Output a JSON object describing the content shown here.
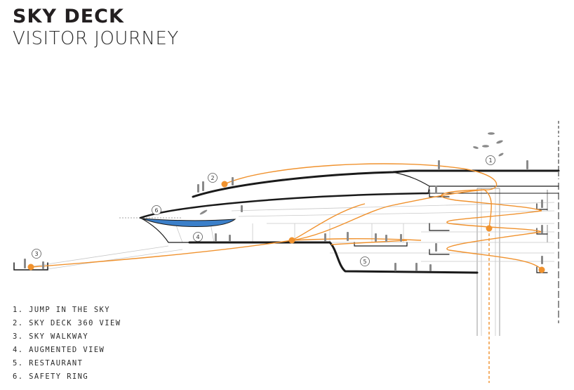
{
  "title": "SKY DECK",
  "subtitle": "VISITOR JOURNEY",
  "legend": [
    "1. JUMP IN THE SKY",
    "2. SKY DECK 360 VIEW",
    "3. SKY WALKWAY",
    "4. AUGMENTED VIEW",
    "5. RESTAURANT",
    "6. SAFETY RING"
  ],
  "markers": [
    "1",
    "2",
    "3",
    "4",
    "5",
    "6"
  ],
  "colors": {
    "path": "#f0922e",
    "structure": "#1a1a1a",
    "light_lines": "#c8c8c8",
    "water": "#3b7fc9",
    "people": "#8a8a8a"
  }
}
